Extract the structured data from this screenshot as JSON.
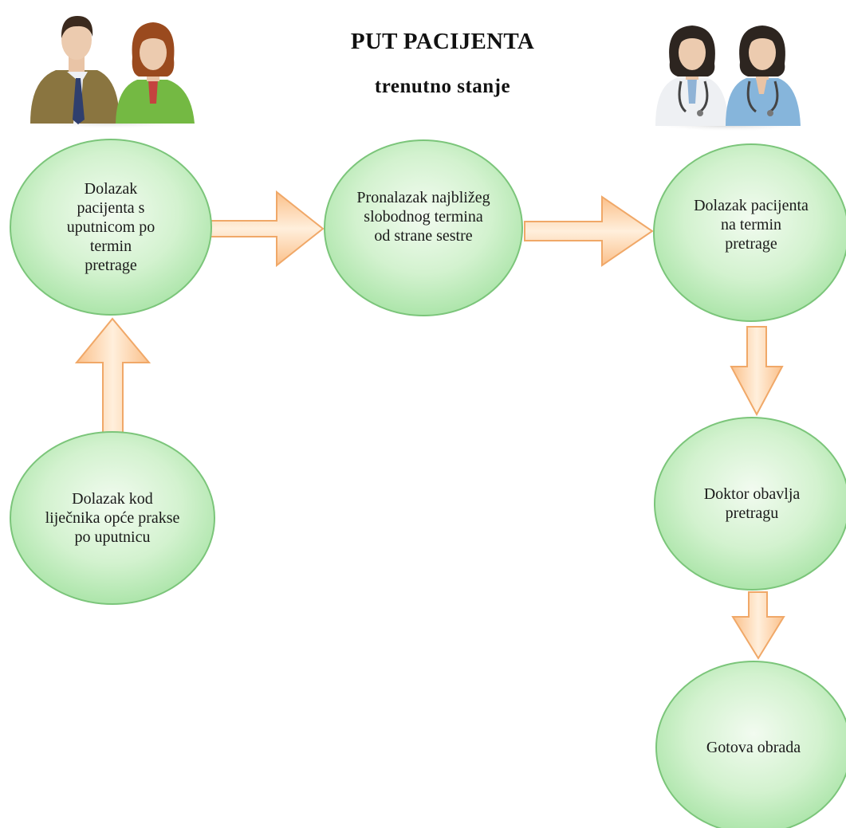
{
  "diagram": {
    "title": "PUT PACIJENTA",
    "subtitle": "trenutno stanje",
    "nodes": [
      {
        "id": "n1",
        "label": "Dolazak\npacijenta s\nuputnicom po\ntermin\npretrage"
      },
      {
        "id": "n2",
        "label": "Pronalazak najbližeg\nslobodnog termina\nod strane sestre"
      },
      {
        "id": "n3",
        "label": "Dolazak pacijenta\nna termin\npretrage"
      },
      {
        "id": "n4",
        "label": "Dolazak kod\nliječnika opće prakse\npo uputnicu"
      },
      {
        "id": "n5",
        "label": "Doktor obavlja\npretragu"
      },
      {
        "id": "n6",
        "label": "Gotova obrada"
      }
    ],
    "edges": [
      {
        "from": "n4",
        "to": "n1"
      },
      {
        "from": "n1",
        "to": "n2"
      },
      {
        "from": "n2",
        "to": "n3"
      },
      {
        "from": "n3",
        "to": "n5"
      },
      {
        "from": "n5",
        "to": "n6"
      }
    ],
    "colors": {
      "node_fill_light": "#f2fbf0",
      "node_fill_dark": "#a6e3a4",
      "node_stroke": "#7bc57a",
      "arrow_fill_light": "#ffefdc",
      "arrow_fill_dark": "#fbc08a",
      "arrow_stroke": "#f0a868"
    },
    "icons": {
      "left": "patients-icon",
      "right": "nurses-icon"
    }
  }
}
